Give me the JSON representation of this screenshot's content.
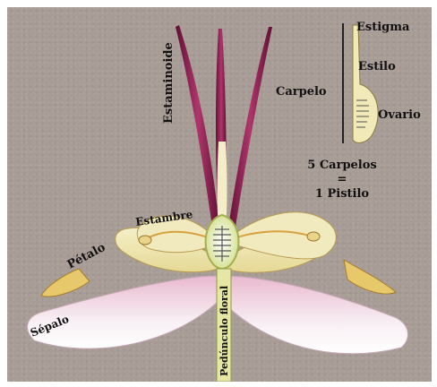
{
  "labels": {
    "estigma": "Estigma",
    "estilo": "Estilo",
    "carpelo": "Carpelo",
    "ovario": "Ovario",
    "carpelos_line1": "5 Carpelos",
    "carpelos_line2": "=",
    "carpelos_line3": "1 Pistilo",
    "estaminoide": "Estaminoide",
    "estambre": "Estambre",
    "petalo": "Pétalo",
    "sepalo": "Sépalo",
    "pedunculo": "Pedúnculo floral"
  },
  "colors": {
    "background": "#a89d96",
    "staminode": "#8a1f4f",
    "petal": "#efe7b6",
    "sepal": "#f6eef2",
    "sepal_pink": "#e7b3cb",
    "ovary": "#dfe8a0"
  }
}
